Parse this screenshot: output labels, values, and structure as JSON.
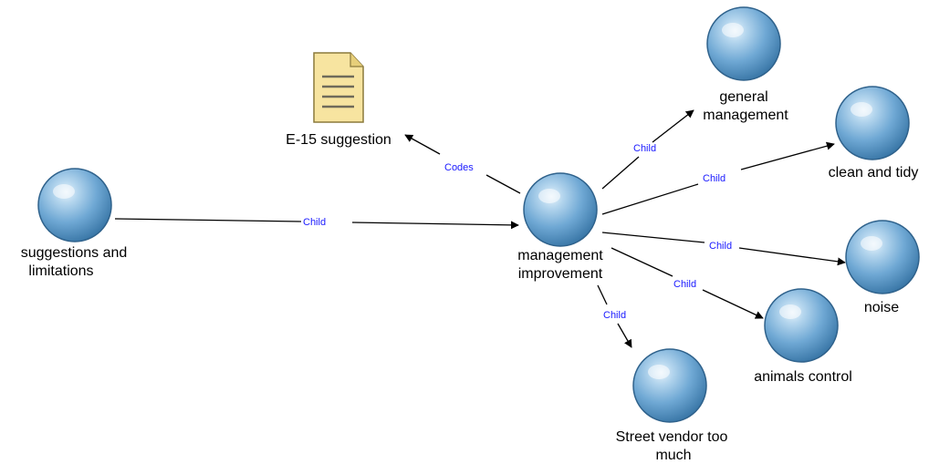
{
  "diagram": {
    "nodes": {
      "suggestions": {
        "label_lines": [
          "suggestions and",
          "limitations"
        ],
        "icon": "sphere-code-icon"
      },
      "management_improvement": {
        "label_lines": [
          "management",
          "improvement"
        ],
        "icon": "sphere-code-icon"
      },
      "e15": {
        "label_lines": [
          "E-15 suggestion"
        ],
        "icon": "document-icon"
      },
      "general_management": {
        "label_lines": [
          "general",
          "management"
        ],
        "icon": "sphere-code-icon"
      },
      "clean_tidy": {
        "label_lines": [
          "clean and tidy"
        ],
        "icon": "sphere-code-icon"
      },
      "noise": {
        "label_lines": [
          "noise"
        ],
        "icon": "sphere-code-icon"
      },
      "animals_control": {
        "label_lines": [
          "animals control"
        ],
        "icon": "sphere-code-icon"
      },
      "street_vendor": {
        "label_lines": [
          "Street vendor too",
          "much"
        ],
        "icon": "sphere-code-icon"
      }
    },
    "edges": {
      "suggestions_to_mgmt": {
        "label": "Child"
      },
      "mgmt_to_e15": {
        "label": "Codes"
      },
      "mgmt_to_general": {
        "label": "Child"
      },
      "mgmt_to_clean": {
        "label": "Child"
      },
      "mgmt_to_noise": {
        "label": "Child"
      },
      "mgmt_to_animals": {
        "label": "Child"
      },
      "mgmt_to_street": {
        "label": "Child"
      }
    },
    "colors": {
      "sphere": "#6fa8d4",
      "sphere_dark": "#3b78a8",
      "edge_label": "#1a1aff",
      "document": "#f7e4a0"
    }
  }
}
